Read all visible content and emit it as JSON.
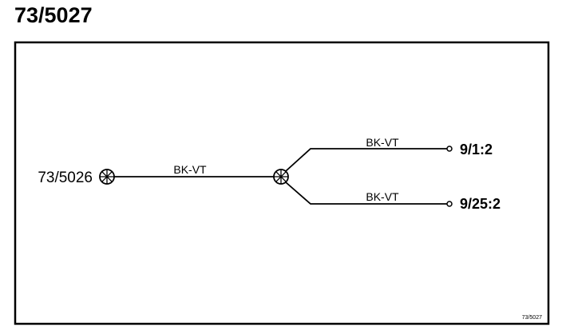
{
  "title": "73/5027",
  "diagram": {
    "source_connector": "73/5026",
    "wire_main": "BK-VT",
    "wire_upper": "BK-VT",
    "wire_lower": "BK-VT",
    "target_upper": "9/1:2",
    "target_lower": "9/25:2",
    "figure_id": "73/5027"
  },
  "colors": {
    "line": "#000000",
    "background": "#ffffff"
  }
}
